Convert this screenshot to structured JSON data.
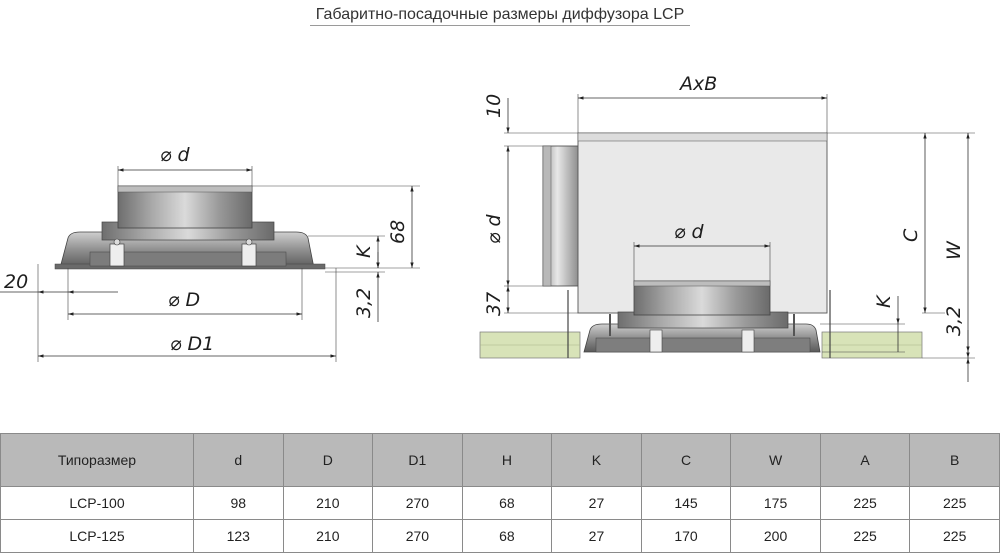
{
  "title": "Габаритно-посадочные размеры диффузора LCP",
  "left_labels": {
    "d": "⌀ d",
    "h": "68",
    "k": "K",
    "offset": "20",
    "D": "⌀ D",
    "thick": "3,2",
    "D1": "⌀ D1"
  },
  "right_labels": {
    "AxB": "AxB",
    "top_plate": "10",
    "d_side": "⌀ d",
    "d_top": "⌀ d",
    "C": "C",
    "W": "W",
    "bottom": "37",
    "K": "K",
    "thick": "3,2"
  },
  "table": {
    "headers": [
      "Типоразмер",
      "d",
      "D",
      "D1",
      "H",
      "K",
      "C",
      "W",
      "A",
      "B"
    ],
    "rows": [
      [
        "LCP-100",
        "98",
        "210",
        "270",
        "68",
        "27",
        "145",
        "175",
        "225",
        "225"
      ],
      [
        "LCP-125",
        "123",
        "210",
        "270",
        "68",
        "27",
        "170",
        "200",
        "225",
        "225"
      ]
    ]
  },
  "colors": {
    "header_bg": "#b9b9b9",
    "metal": "#8c8c8c",
    "box": "#e9e9e9",
    "board": "#d8e3b8"
  }
}
